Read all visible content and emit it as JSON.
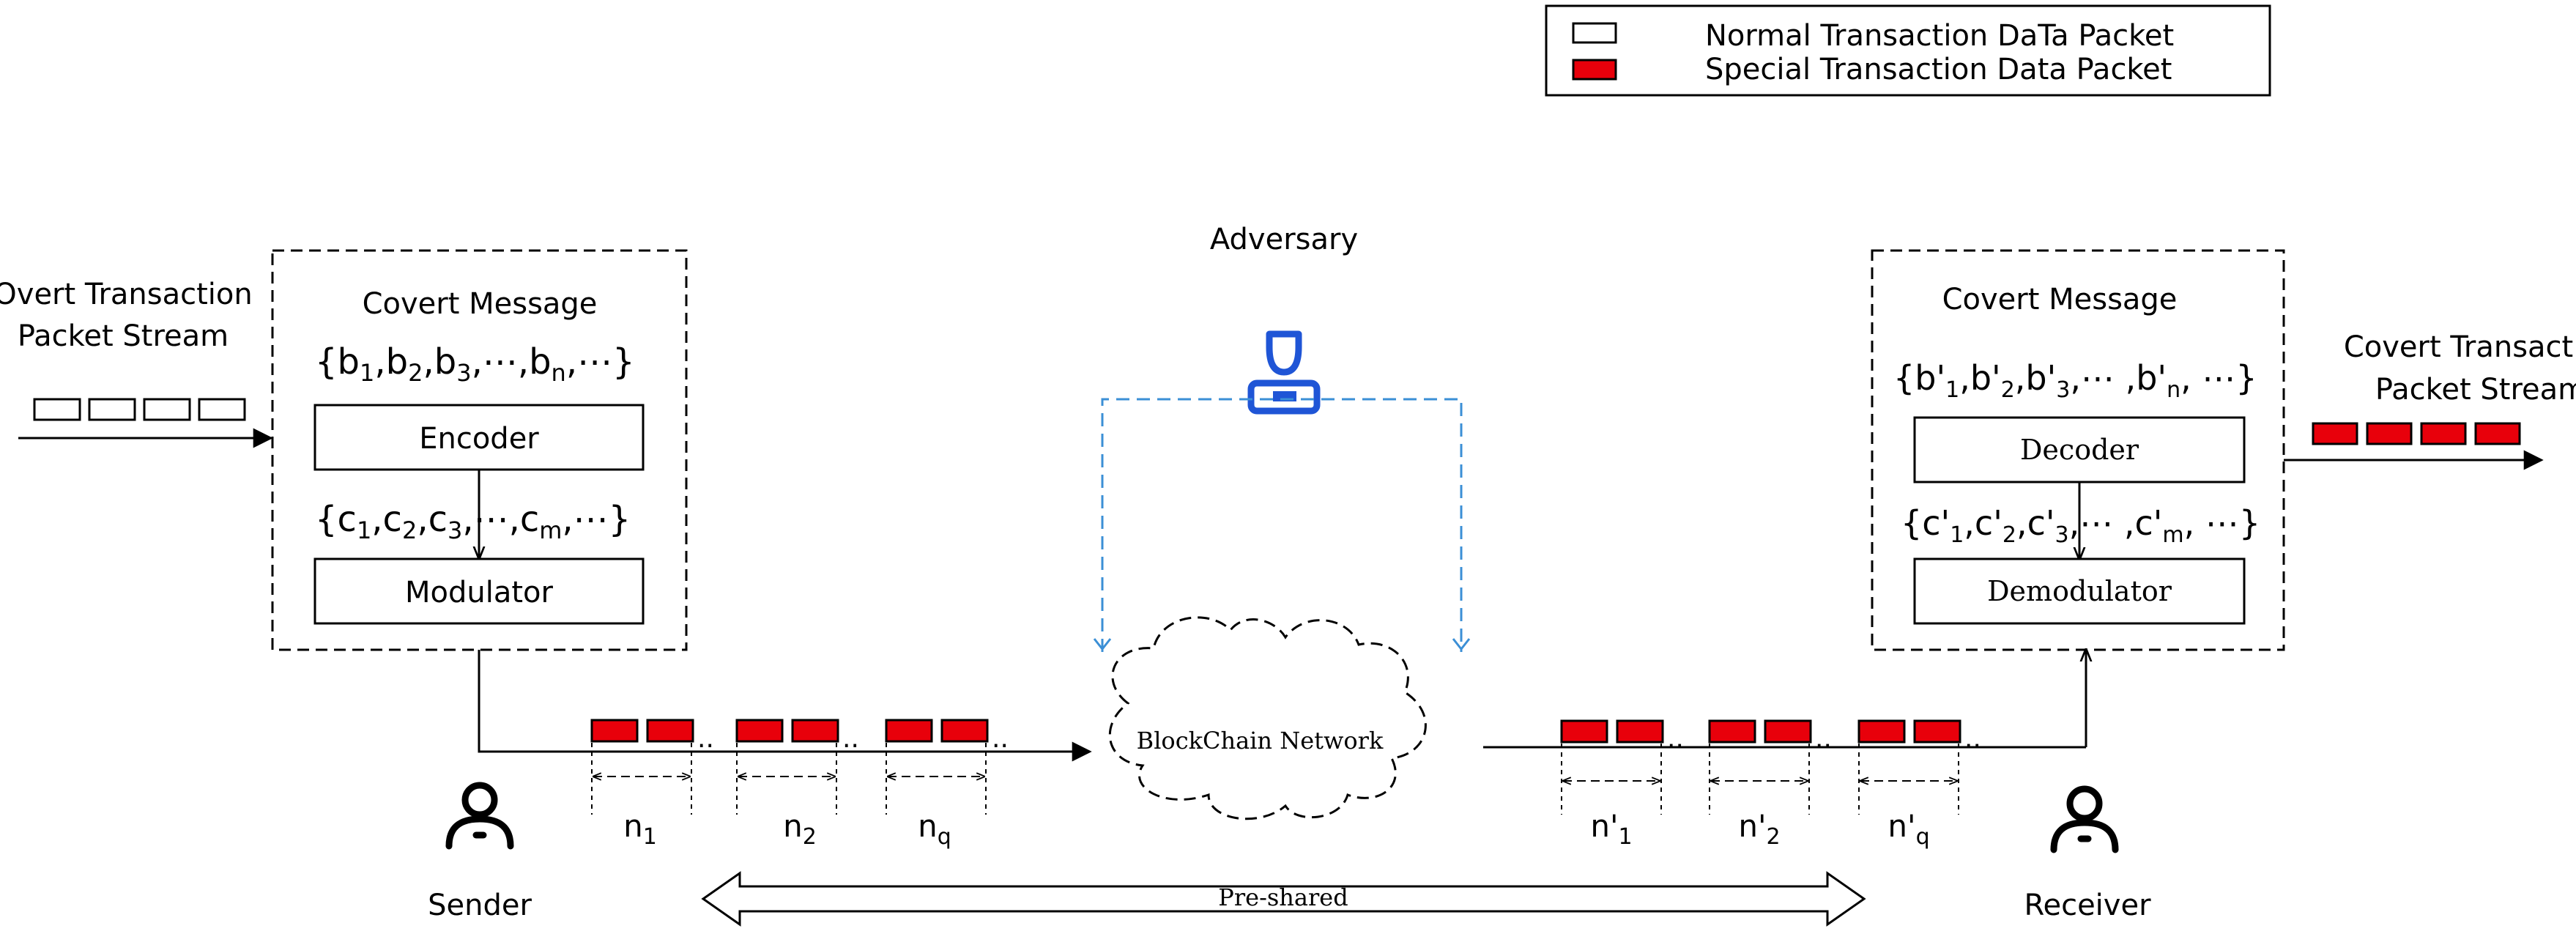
{
  "legend": {
    "normal_label": "Normal Transaction DaTa Packet",
    "special_label": "Special Transaction Data Packet"
  },
  "colors": {
    "special_packet": "#e8000b",
    "adversary": "#1f55d6",
    "dashed_link": "#3b8fd6"
  },
  "adversary_label": "Adversary",
  "sender": {
    "stream_label_line1": "Overt Transaction",
    "stream_label_line2": "Packet Stream",
    "box_title": "Covert Message",
    "encoder_label": "Encoder",
    "modulator_label": "Modulator",
    "person_label": "Sender",
    "interval_labels": [
      {
        "base": "n",
        "sub": "1"
      },
      {
        "base": "n",
        "sub": "2"
      },
      {
        "base": "n",
        "sub": "q"
      }
    ]
  },
  "receiver": {
    "stream_label_line1": "Covert Transaction",
    "stream_label_line2": "Packet Stream",
    "box_title": "Covert Message",
    "decoder_label": "Decoder",
    "demodulator_label": "Demodulator",
    "person_label": "Receiver",
    "interval_labels": [
      {
        "base": "n'",
        "sub": "1"
      },
      {
        "base": "n'",
        "sub": "2"
      },
      {
        "base": "n'",
        "sub": "q"
      }
    ]
  },
  "network_label": "BlockChain Network",
  "preshared_label": "Pre-shared",
  "ellipsis": ".."
}
